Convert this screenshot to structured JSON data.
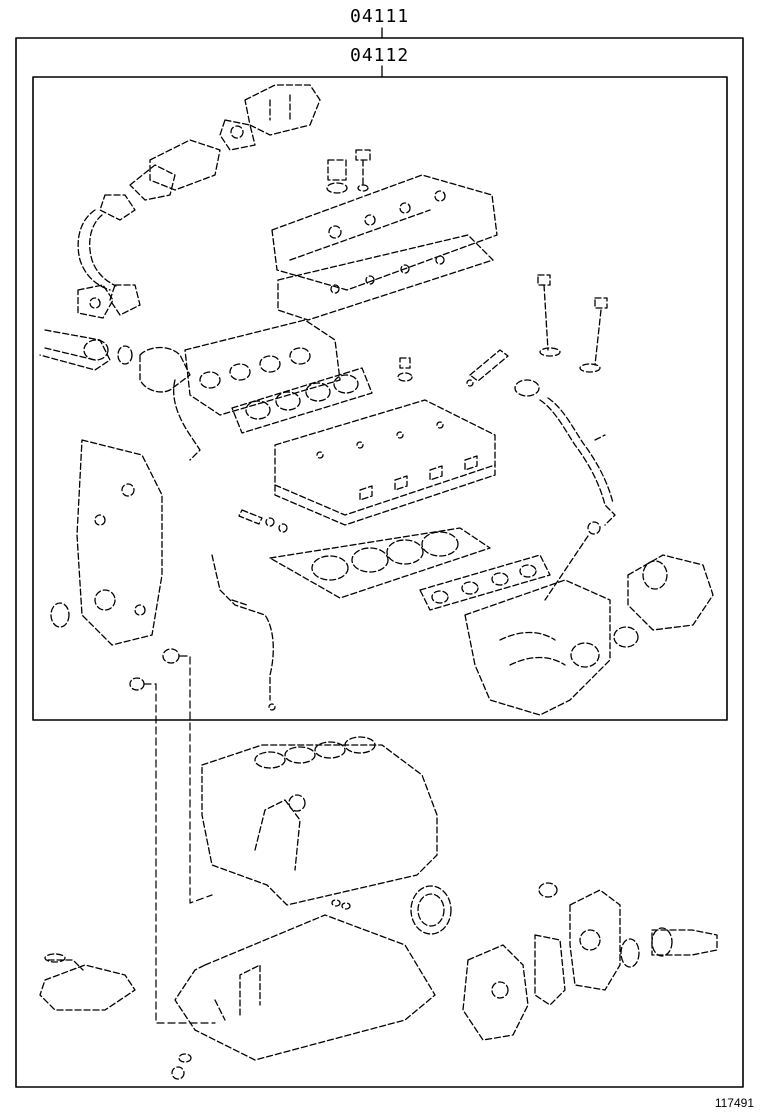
{
  "diagram": {
    "outer_kit_code": "04111",
    "inner_kit_code": "04112",
    "reference_number": "117491",
    "line_color": "#000000",
    "background_color": "#ffffff"
  }
}
